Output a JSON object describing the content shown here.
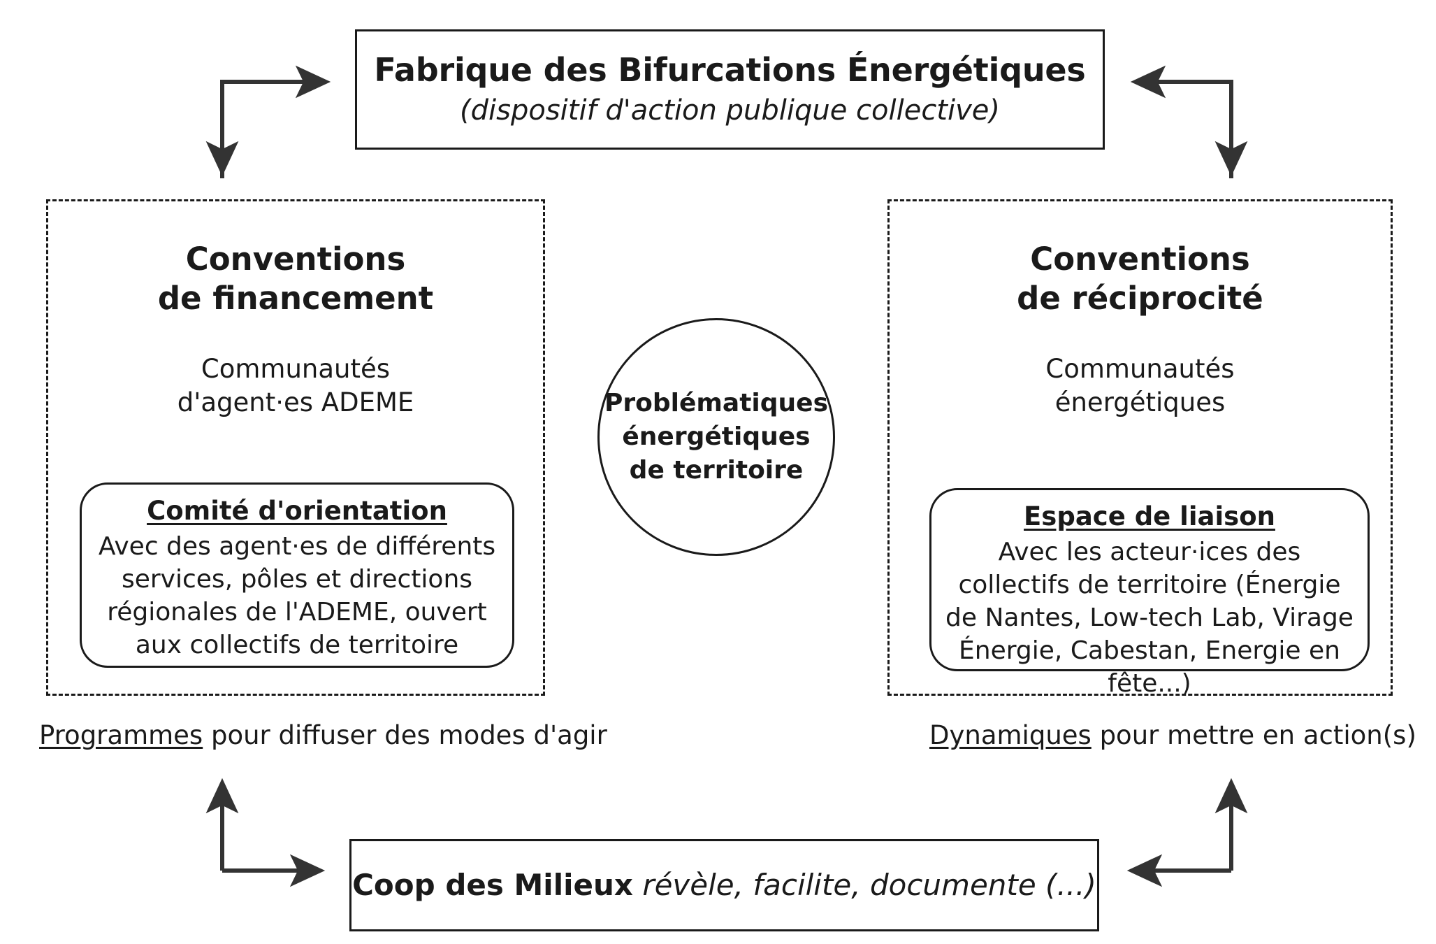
{
  "diagram": {
    "top_box": {
      "title": "Fabrique des Bifurcations Énergétiques",
      "subtitle": "(dispositif d'action publique collective)"
    },
    "left_panel": {
      "heading_line1": "Conventions",
      "heading_line2": "de financement",
      "subtitle_line1": "Communautés",
      "subtitle_line2": "d'agent·es ADEME",
      "inner_box": {
        "title": "Comité d'orientation",
        "body": "Avec des agent·es de différents services, pôles et directions régionales de l'ADEME, ouvert aux collectifs de territoire"
      }
    },
    "right_panel": {
      "heading_line1": "Conventions",
      "heading_line2": "de réciprocité",
      "subtitle_line1": "Communautés",
      "subtitle_line2": "énergétiques",
      "inner_box": {
        "title": "Espace de liaison",
        "body": "Avec les acteur·ices des collectifs de territoire (Énergie de Nantes, Low-tech Lab, Virage Énergie, Cabestan, Energie en fête...)"
      }
    },
    "center_circle": {
      "line1": "Problématiques",
      "line2": "énergétiques",
      "line3": "de territoire"
    },
    "captions": {
      "left_underlined": "Programmes",
      "left_rest": " pour diffuser des modes d'agir",
      "right_underlined": "Dynamiques",
      "right_rest": " pour mettre en action(s)"
    },
    "bottom_box": {
      "bold": "Coop des Milieux",
      "italic": " révèle, facilite, documente (...)"
    },
    "colors": {
      "stroke": "#1a1a1a",
      "arrow": "#333333",
      "background": "#ffffff"
    }
  }
}
